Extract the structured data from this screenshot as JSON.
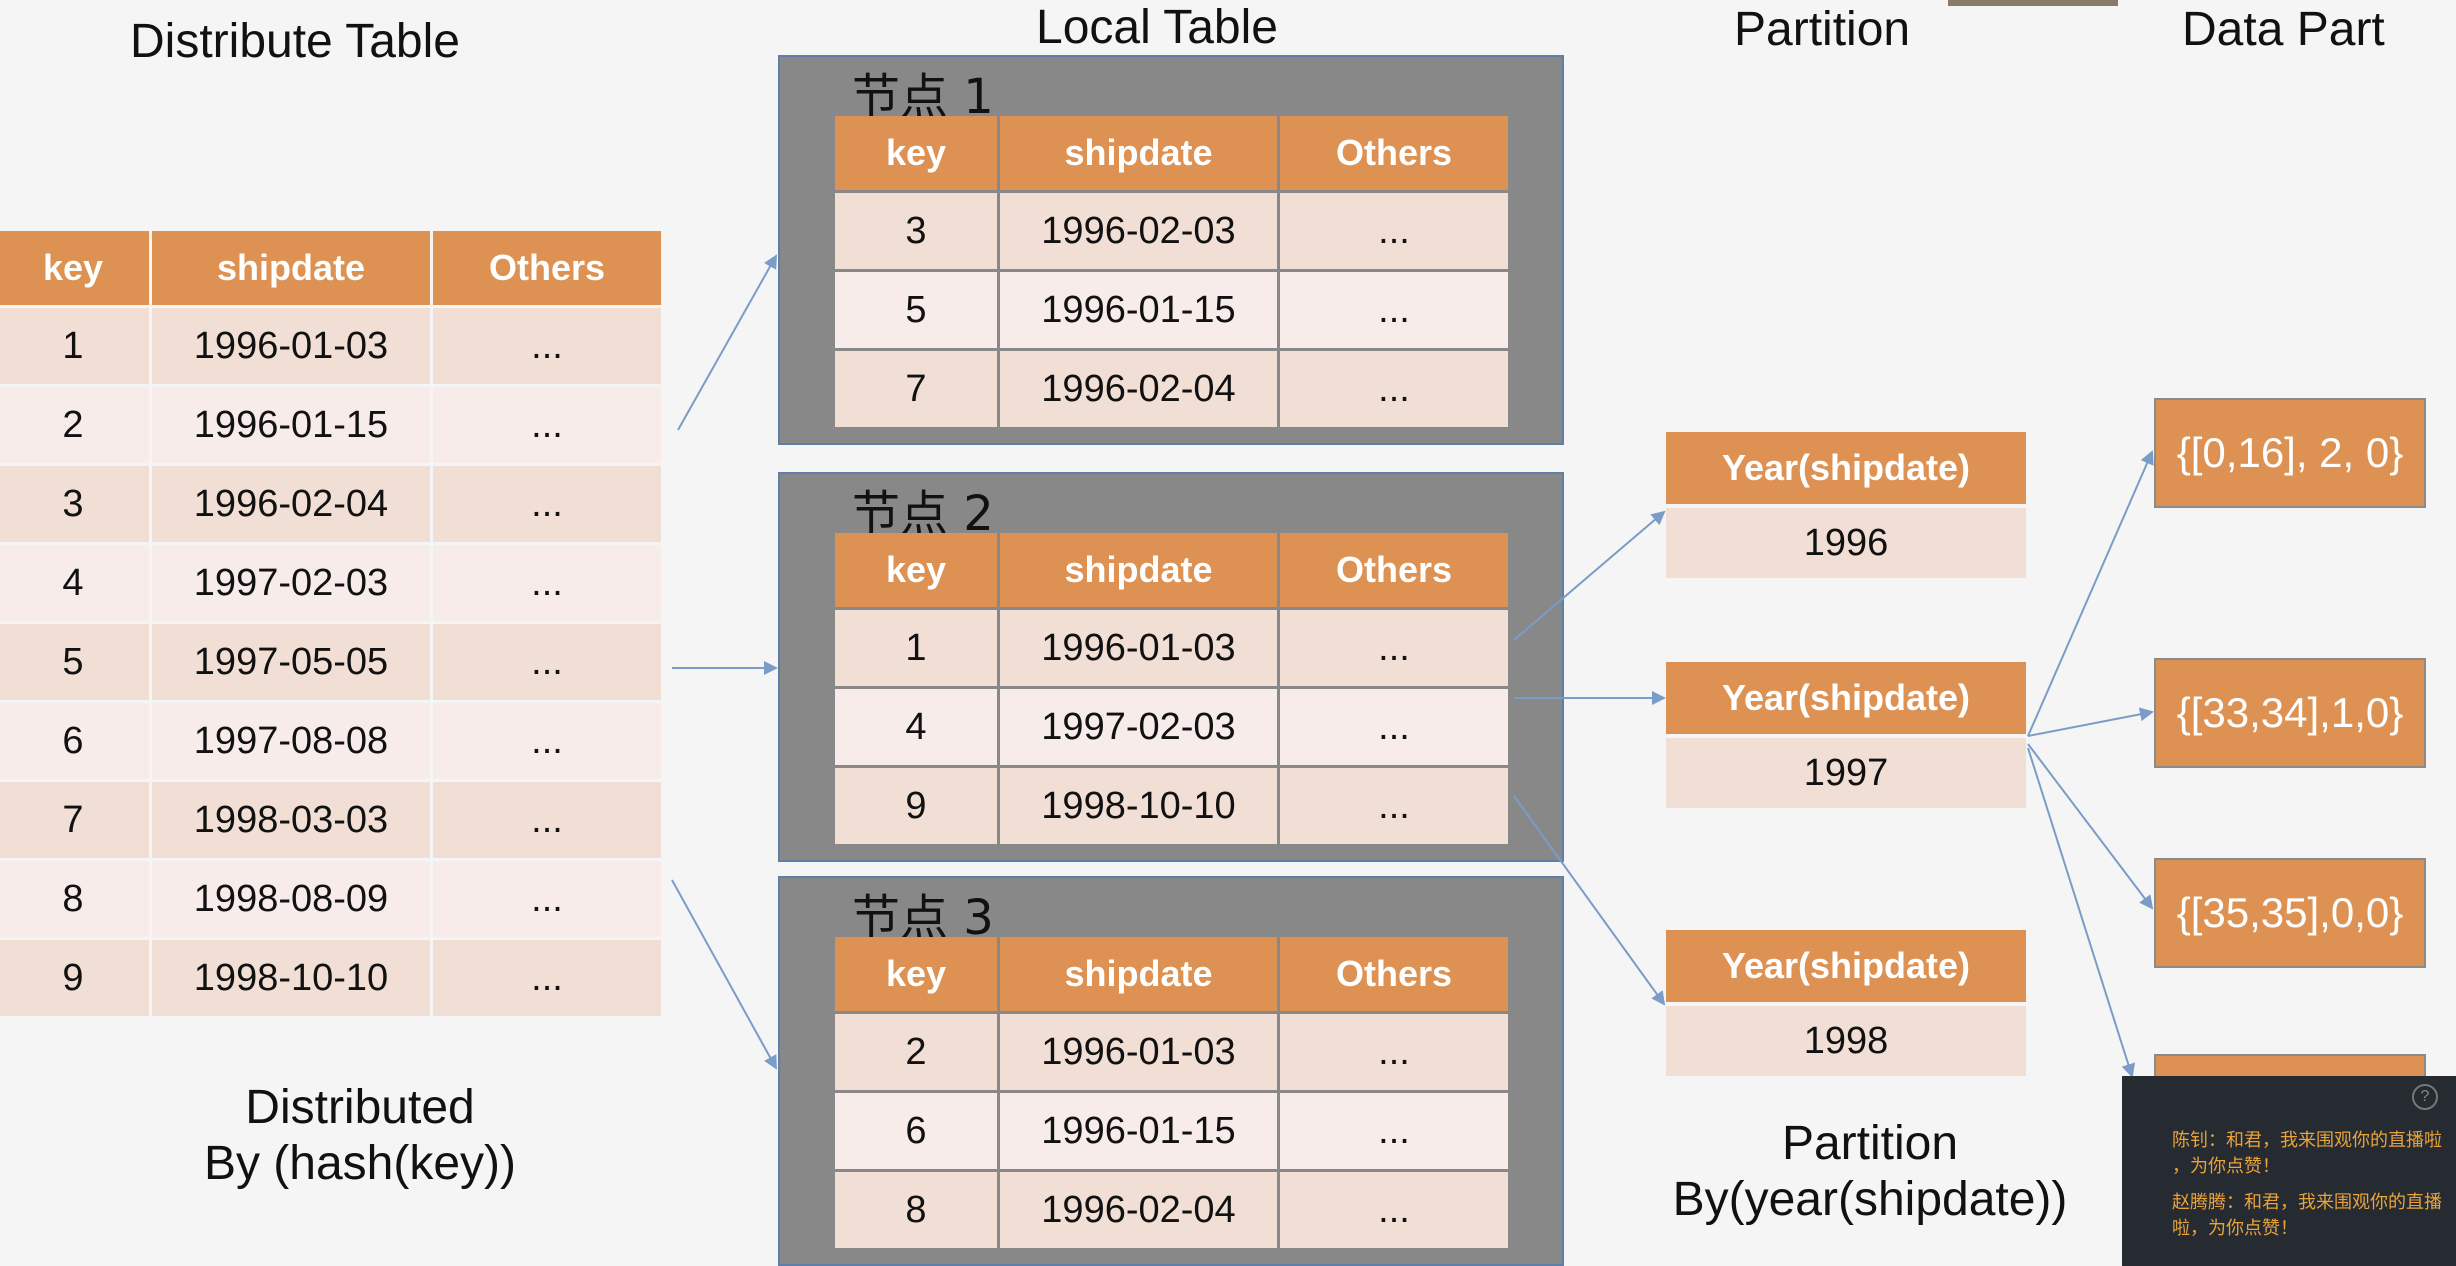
{
  "titles": {
    "distribute": "Distribute Table",
    "local": "Local  Table",
    "partition": "Partition",
    "data_part": "Data Part"
  },
  "captions": {
    "distributed": [
      "Distributed",
      "By (hash(key))"
    ],
    "partition": [
      "Partition",
      "By(year(shipdate))"
    ]
  },
  "distribute_table": {
    "headers": [
      "key",
      "shipdate",
      "Others"
    ],
    "rows": [
      [
        "1",
        "1996-01-03",
        "..."
      ],
      [
        "2",
        "1996-01-15",
        "..."
      ],
      [
        "3",
        "1996-02-04",
        "..."
      ],
      [
        "4",
        "1997-02-03",
        "..."
      ],
      [
        "5",
        "1997-05-05",
        "..."
      ],
      [
        "6",
        "1997-08-08",
        "..."
      ],
      [
        "7",
        "1998-03-03",
        "..."
      ],
      [
        "8",
        "1998-08-09",
        "..."
      ],
      [
        "9",
        "1998-10-10",
        "..."
      ]
    ]
  },
  "nodes": [
    {
      "label": "节点 1",
      "headers": [
        "key",
        "shipdate",
        "Others"
      ],
      "rows": [
        [
          "3",
          "1996-02-03",
          "..."
        ],
        [
          "5",
          "1996-01-15",
          "..."
        ],
        [
          "7",
          "1996-02-04",
          "..."
        ]
      ]
    },
    {
      "label": "节点 2",
      "headers": [
        "key",
        "shipdate",
        "Others"
      ],
      "rows": [
        [
          "1",
          "1996-01-03",
          "..."
        ],
        [
          "4",
          "1997-02-03",
          "..."
        ],
        [
          "9",
          "1998-10-10",
          "..."
        ]
      ]
    },
    {
      "label": "节点 3",
      "headers": [
        "key",
        "shipdate",
        "Others"
      ],
      "rows": [
        [
          "2",
          "1996-01-03",
          "..."
        ],
        [
          "6",
          "1996-01-15",
          "..."
        ],
        [
          "8",
          "1996-02-04",
          "..."
        ]
      ]
    }
  ],
  "partitions": [
    {
      "head": "Year(shipdate)",
      "value": "1996"
    },
    {
      "head": "Year(shipdate)",
      "value": "1997"
    },
    {
      "head": "Year(shipdate)",
      "value": "1998"
    }
  ],
  "data_parts": [
    "{[0,16], 2, 0}",
    "{[33,34],1,0}",
    "{[35,35],0,0}",
    ""
  ],
  "colors": {
    "header_orange": "#dd9254",
    "row_light": "#f1dfd6",
    "row_lighter": "#f8ecea",
    "node_bg": "#888888",
    "arrow": "#7a9cc6"
  },
  "chat": {
    "messages": [
      "陈钊：和君，我来围观你的直播啦",
      "，为你点赞！",
      "赵腾腾：和君，我来围观你的直播",
      "啦，为你点赞！"
    ]
  }
}
